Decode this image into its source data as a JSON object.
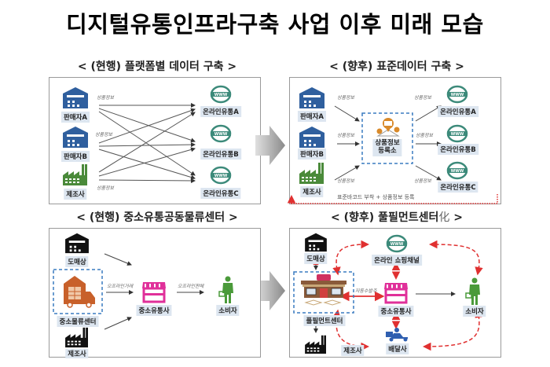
{
  "title": "디지털유통인프라구축 사업 이후 미래 모습",
  "panels": {
    "top_left": {
      "heading": "< (현행) 플랫폼별 데이터 구축 >",
      "sources": [
        "판매자A",
        "판매자B",
        "제조사"
      ],
      "targets": [
        "온라인유통A",
        "온라인유통B",
        "온라인유통C"
      ],
      "edge_label": "상품정보"
    },
    "top_right": {
      "heading": "< (향후) 표준데이터 구축 >",
      "sources": [
        "판매자A",
        "판매자B",
        "제조사"
      ],
      "hub": "상품정보\n등록소",
      "hub_line1": "상품정보",
      "hub_line2": "등록소",
      "targets": [
        "온라인유통A",
        "온라인유통B",
        "온라인유통C"
      ],
      "edge_label": "상품정보",
      "feedback_label": "표준바코드 부착 + 상품정보 등록"
    },
    "bottom_left": {
      "heading": "< (현행) 중소유통공동물류센터 >",
      "wholesaler": "도매상",
      "logistics_center": "중소물류센터",
      "manufacturer": "제조사",
      "retailer": "중소유통사",
      "consumer": "소비자",
      "label_offline_trade": "오프라인거래",
      "label_offline_sale": "오프라인판매"
    },
    "bottom_right": {
      "heading_main": "< (향후) 풀필먼트센터",
      "heading_suffix": "化",
      "heading_end": " >",
      "wholesaler": "도매상",
      "online_channel": "온라인 쇼핑채널",
      "fulfillment_center": "풀필먼트센터",
      "retailer": "중소유통사",
      "consumer": "소비자",
      "manufacturer": "제조사",
      "delivery": "배달사",
      "label_auto_order": "자동수발주"
    }
  },
  "colors": {
    "building_blue": "#2f5f9e",
    "factory_green": "#4a8a3a",
    "globe_teal": "#3c8a7a",
    "label_bg": "#dde6f0",
    "dashed_blue": "#3a7bc0",
    "dashed_red": "#e03030",
    "store_pink": "#e0309a",
    "consumer_green": "#4a9a3a",
    "hub_orange": "#d98a2a",
    "logistics_orange": "#c8602a",
    "delivery_blue": "#2f5fb0"
  }
}
